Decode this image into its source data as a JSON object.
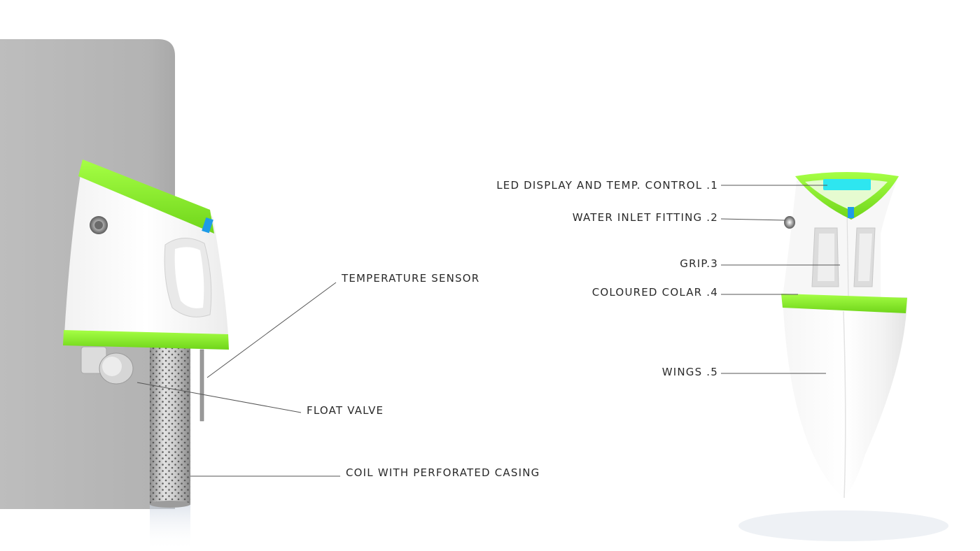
{
  "left_view": {
    "labels": {
      "temperature_sensor": "TEMPERATURE SENSOR",
      "float_valve": "FLOAT VALVE",
      "coil": "COIL WITH PERFORATED CASING"
    }
  },
  "right_view": {
    "labels": {
      "led_display": "LED DISPLAY AND TEMP. CONTROL .1",
      "water_inlet": "WATER INLET FITTING .2",
      "grip": "GRIP.3",
      "colar": "COLOURED COLAR .4",
      "wings": "WINGS .5"
    }
  },
  "colors": {
    "accent_green": "#8cf02a",
    "accent_blue": "#1e9be8",
    "display_cyan": "#2ee6f0",
    "wall_gray": "#b8b8b8",
    "body_white": "#ffffff",
    "steel": "#c9c9c9",
    "leader_line": "#555555"
  }
}
